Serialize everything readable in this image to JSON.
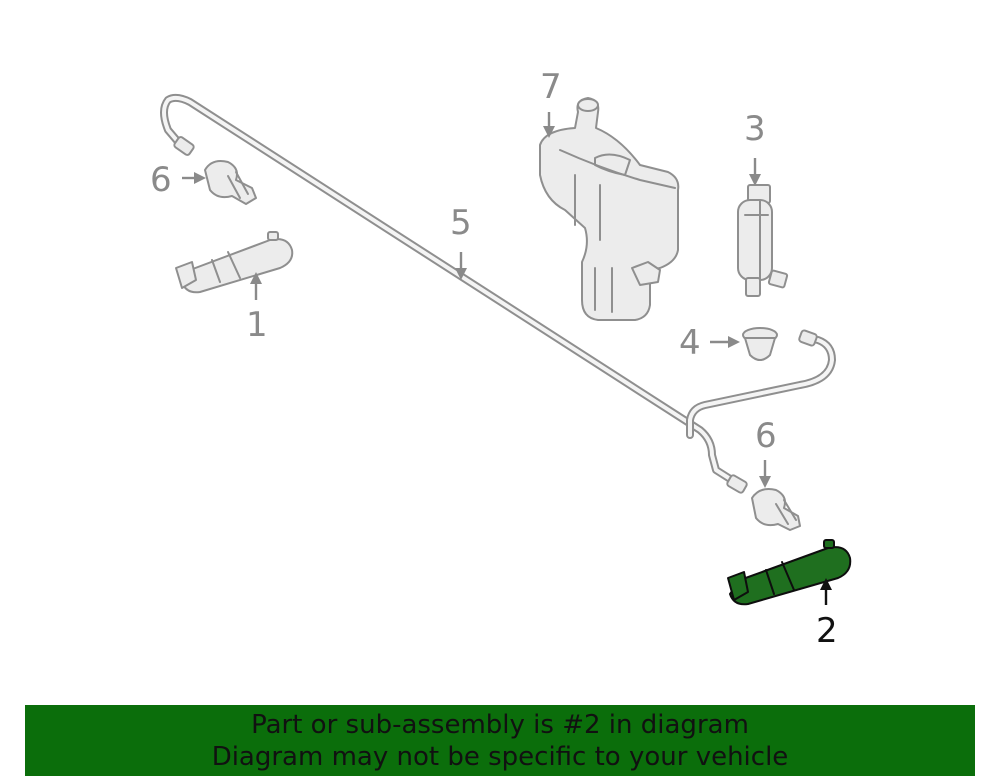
{
  "diagram": {
    "callouts": [
      {
        "id": "c1",
        "label": "1"
      },
      {
        "id": "c2",
        "label": "2"
      },
      {
        "id": "c3",
        "label": "3"
      },
      {
        "id": "c4",
        "label": "4"
      },
      {
        "id": "c5",
        "label": "5"
      },
      {
        "id": "c6a",
        "label": "6"
      },
      {
        "id": "c6b",
        "label": "6"
      },
      {
        "id": "c7",
        "label": "7"
      }
    ],
    "highlighted_part": "2",
    "colors": {
      "part": "#8f8f8f",
      "highlight": "#1f6f1f",
      "banner": "#0b6e0b"
    }
  },
  "banner": {
    "line1": "Part or sub-assembly is #2 in diagram",
    "line2": "Diagram may not be specific to your vehicle"
  }
}
